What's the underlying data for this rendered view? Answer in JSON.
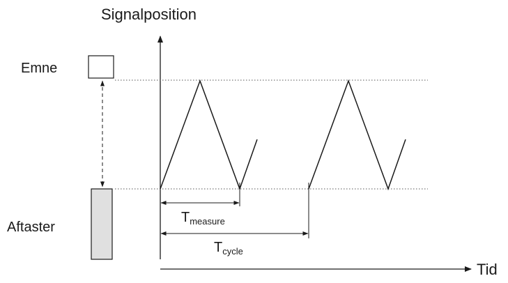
{
  "labels": {
    "y_axis": "Signalposition",
    "x_axis": "Tid",
    "workpiece": "Emne",
    "probe": "Aftaster",
    "t_measure_main": "T",
    "t_measure_sub": "measure",
    "t_cycle_main": "T",
    "t_cycle_sub": "cycle"
  },
  "colors": {
    "line": "#1a1a1a",
    "probe_fill": "#e0e0e0",
    "dotted": "#555555"
  }
}
